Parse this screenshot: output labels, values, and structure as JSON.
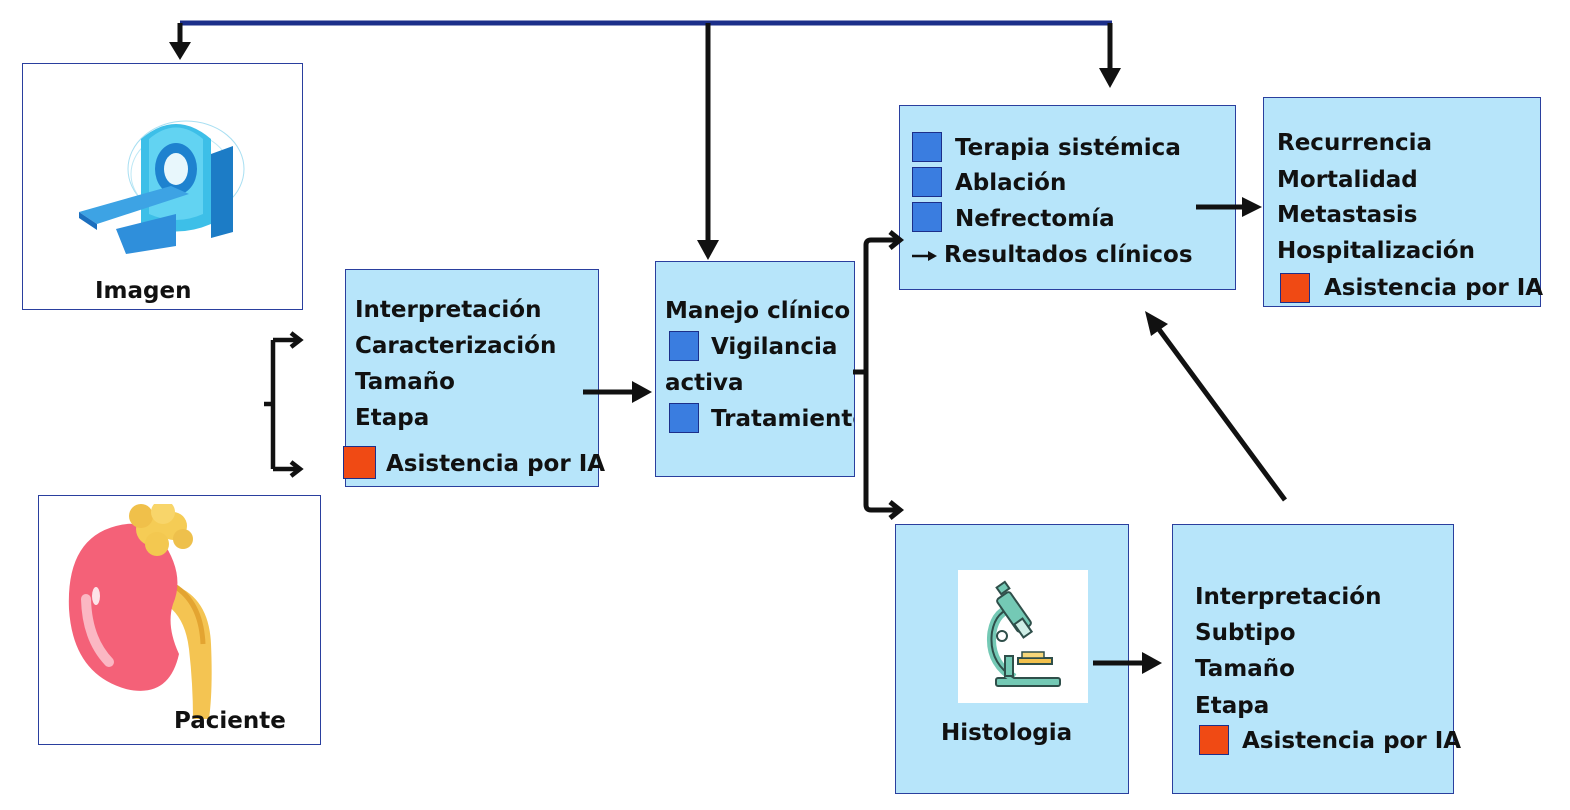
{
  "colors": {
    "panel_fill": "#b7e5fa",
    "panel_border": "#2a3f9e",
    "treatment_square": "#3a7de0",
    "ai_square": "#f04a14",
    "top_connector": "#1c2f8a"
  },
  "imaging": {
    "icon": "ct-scanner-icon",
    "label": "Imagen"
  },
  "patient": {
    "icon": "kidney-icon",
    "label": "Paciente"
  },
  "imaging_analysis": {
    "items": [
      "Interpretación",
      "Caracterización",
      "Tamaño",
      "Etapa"
    ],
    "ai_label": "Asistencia por IA"
  },
  "management": {
    "title": "Manejo clínico",
    "option1_line1": "Vigilancia",
    "option1_line2": "activa",
    "option2": "Tratamiento"
  },
  "treatment": {
    "items": [
      "Terapia sistémica",
      "Ablación",
      "Nefrectomía"
    ],
    "outcome_label": "Resultados clínicos"
  },
  "outcomes": {
    "items": [
      "Recurrencia",
      "Mortalidad",
      "Metastasis",
      "Hospitalización"
    ],
    "ai_label": "Asistencia por IA"
  },
  "histology": {
    "icon": "microscope-icon",
    "label": "Histologia"
  },
  "histology_analysis": {
    "items": [
      "Interpretación",
      "Subtipo",
      "Tamaño",
      "Etapa"
    ],
    "ai_label": "Asistencia por IA"
  }
}
